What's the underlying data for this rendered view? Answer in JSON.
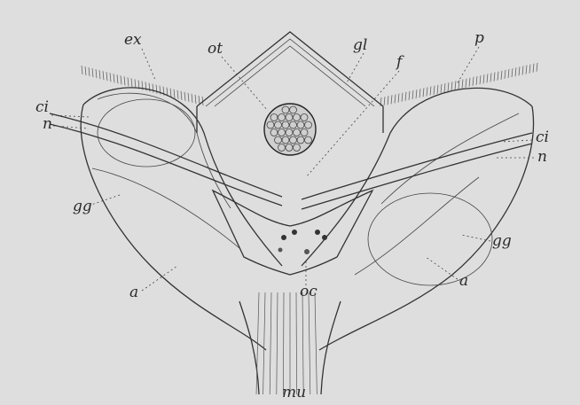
{
  "figure": {
    "labels": {
      "ex": "ex",
      "ot_top": "ot",
      "gl": "gl",
      "f": "f",
      "p": "p",
      "ci_left": "ci",
      "n_left": "n",
      "ci_right": "ci",
      "n_right": "n",
      "gg_left": "gg",
      "gg_right": "gg",
      "a_left": "a",
      "a_right": "a",
      "oc": "oc",
      "mu": "mu"
    }
  }
}
